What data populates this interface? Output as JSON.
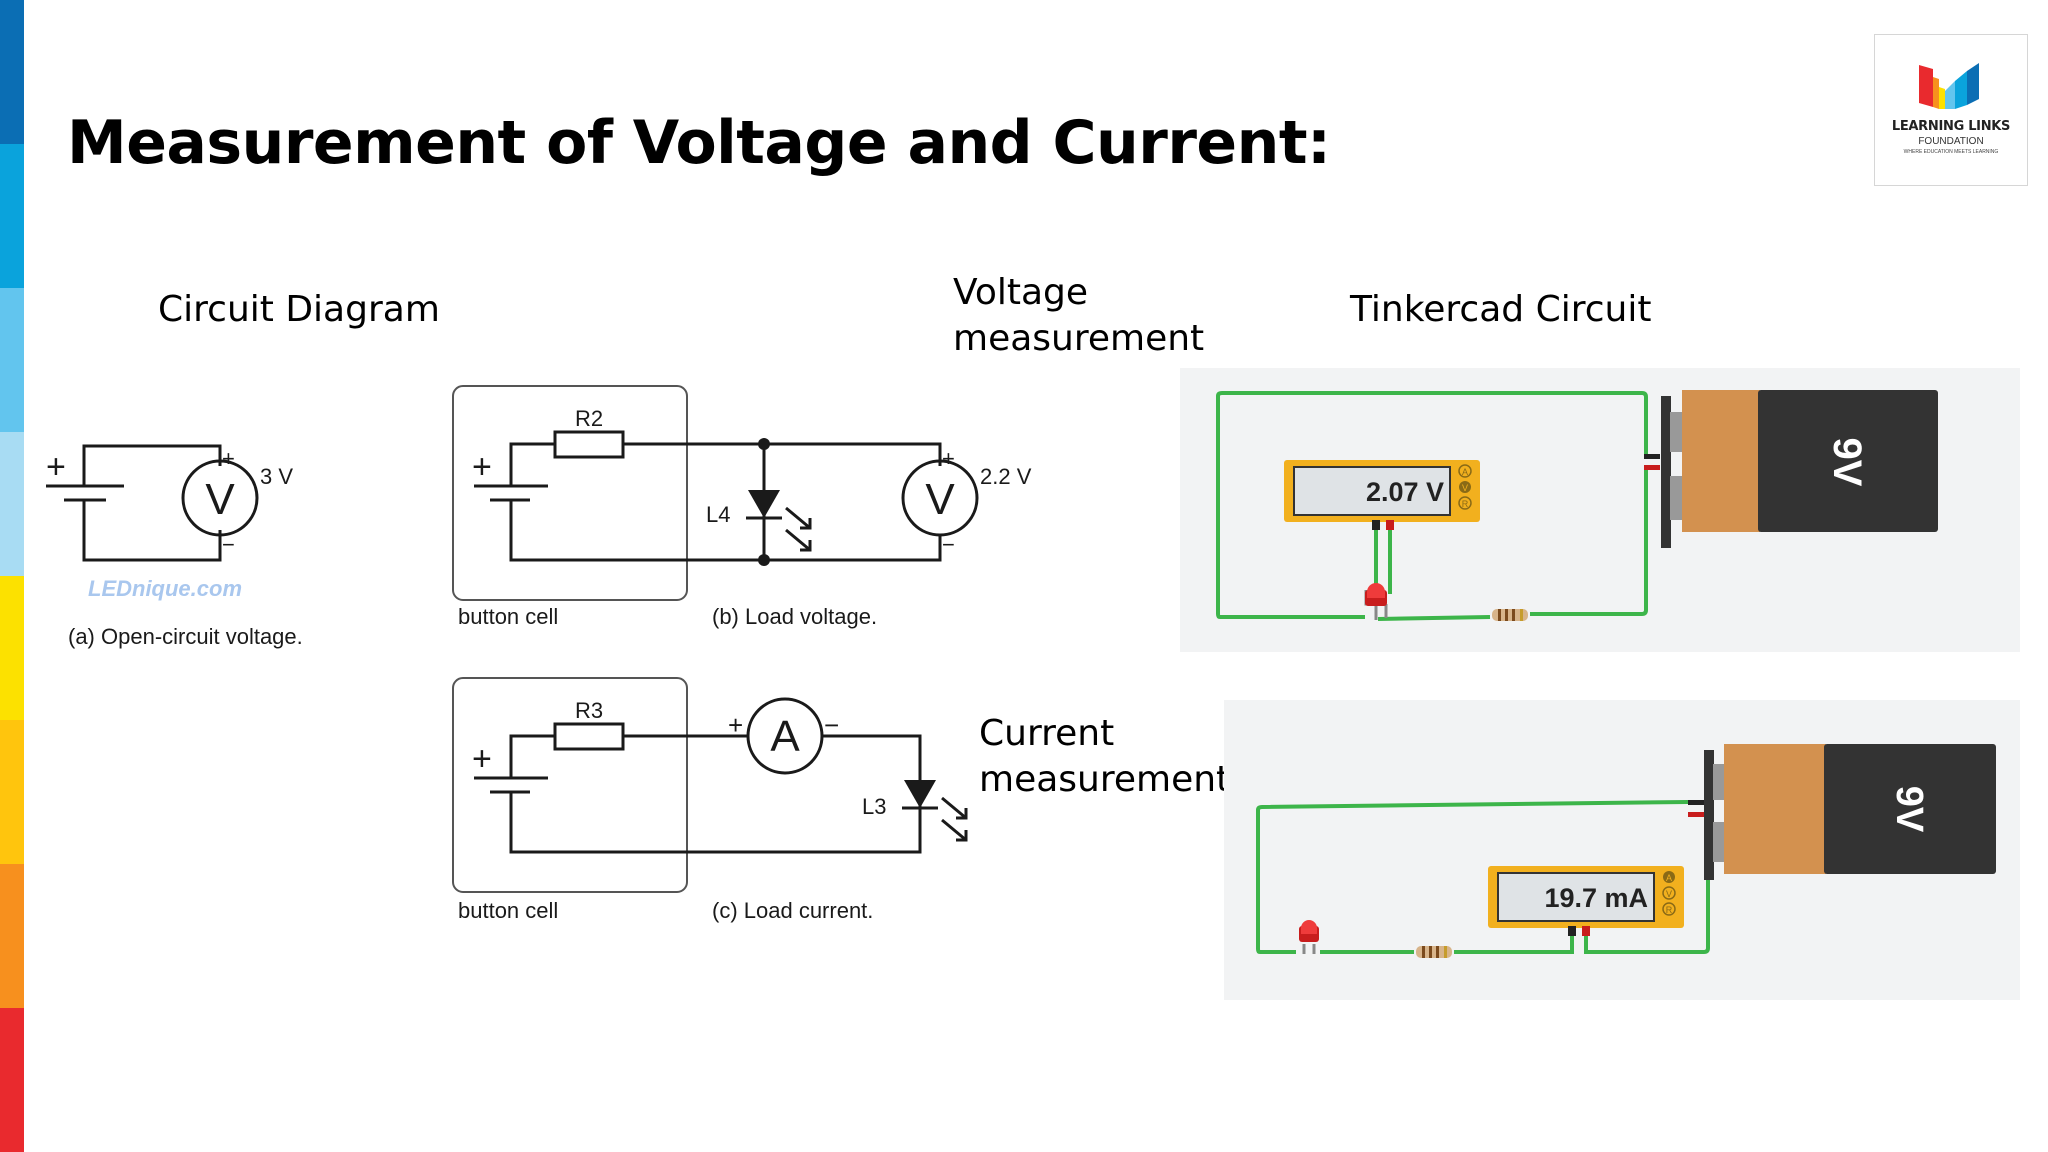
{
  "slide": {
    "title": "Measurement of Voltage and Current:",
    "stripe_colors": [
      "#0b6eb4",
      "#0aa3dc",
      "#62c5ee",
      "#a8dcf3",
      "#fce100",
      "#ffc50d",
      "#f7901e",
      "#e92a2e"
    ]
  },
  "labels": {
    "circuit_diagram": "Circuit Diagram",
    "voltage_line1": "Voltage",
    "voltage_line2": "measurement",
    "tinkercad": "Tinkercad Circuit",
    "current_line1": "Current",
    "current_line2": "measurement"
  },
  "logo": {
    "name": "LEARNING LINKS",
    "sub": "FOUNDATION",
    "tagline": "WHERE EDUCATION MEETS LEARNING"
  },
  "diagram": {
    "plus": "+",
    "minus": "−",
    "voltmeter_symbol": "V",
    "ammeter_symbol": "A",
    "open_voltage": "3 V",
    "watermark": "LEDnique.com",
    "caption_a": "(a) Open-circuit voltage.",
    "r2": "R2",
    "l4": "L4",
    "load_voltage": "2.2 V",
    "button_cell_1": "button cell",
    "caption_b": "(b) Load voltage.",
    "r3": "R3",
    "l3": "L3",
    "button_cell_2": "button cell",
    "caption_c": "(c) Load current."
  },
  "tinkercad": {
    "voltage_reading": "2.07 V",
    "current_reading": "19.7 mA",
    "battery_label": "9V",
    "meter_buttons": [
      "A",
      "V",
      "R"
    ],
    "wire_color": "#3db54a",
    "meter_color": "#f2b01e",
    "battery_color": "#d3914f"
  }
}
